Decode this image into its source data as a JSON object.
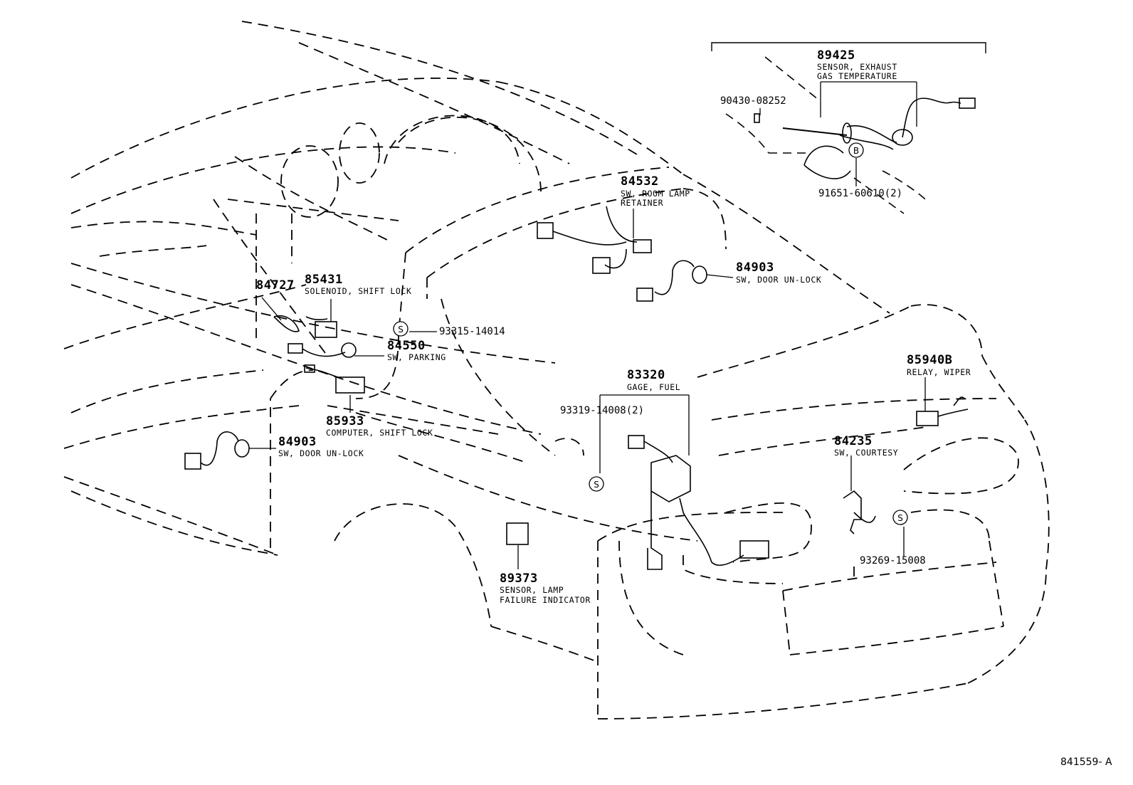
{
  "diagram_ref": "841559- A",
  "callouts": [
    {
      "id": "p84727",
      "part_no": "84727"
    },
    {
      "id": "p85431",
      "part_no": "85431",
      "desc": "SOLENOID, SHIFT LOCK"
    },
    {
      "id": "p93315",
      "part_no": "93315-14014"
    },
    {
      "id": "p84550",
      "part_no": "84550",
      "desc": "SW, PARKING"
    },
    {
      "id": "p85933",
      "part_no": "85933",
      "desc": "COMPUTER, SHIFT LOCK"
    },
    {
      "id": "p84903a",
      "part_no": "84903",
      "desc": "SW, DOOR UN-LOCK"
    },
    {
      "id": "p84532",
      "part_no": "84532",
      "desc": "SW, ROOM LAMP",
      "desc2": "RETAINER"
    },
    {
      "id": "p84903b",
      "part_no": "84903",
      "desc": "SW, DOOR UN-LOCK"
    },
    {
      "id": "p89425",
      "part_no": "89425",
      "desc": "SENSOR, EXHAUST",
      "desc2": "GAS TEMPERATURE"
    },
    {
      "id": "p90430",
      "part_no": "90430-08252"
    },
    {
      "id": "p91651",
      "part_no": "91651-60610(2)"
    },
    {
      "id": "p83320",
      "part_no": "83320",
      "desc": "GAGE, FUEL"
    },
    {
      "id": "p93319",
      "part_no": "93319-14008(2)"
    },
    {
      "id": "p85940B",
      "part_no": "85940B",
      "desc": "RELAY, WIPER"
    },
    {
      "id": "p84235",
      "part_no": "84235",
      "desc": "SW, COURTESY"
    },
    {
      "id": "p93269",
      "part_no": "93269-15008"
    },
    {
      "id": "p89373",
      "part_no": "89373",
      "desc": "SENSOR, LAMP",
      "desc2": "FAILURE INDICATOR"
    }
  ],
  "markers": {
    "screw_letter": "S",
    "bolt_letter": "B"
  }
}
